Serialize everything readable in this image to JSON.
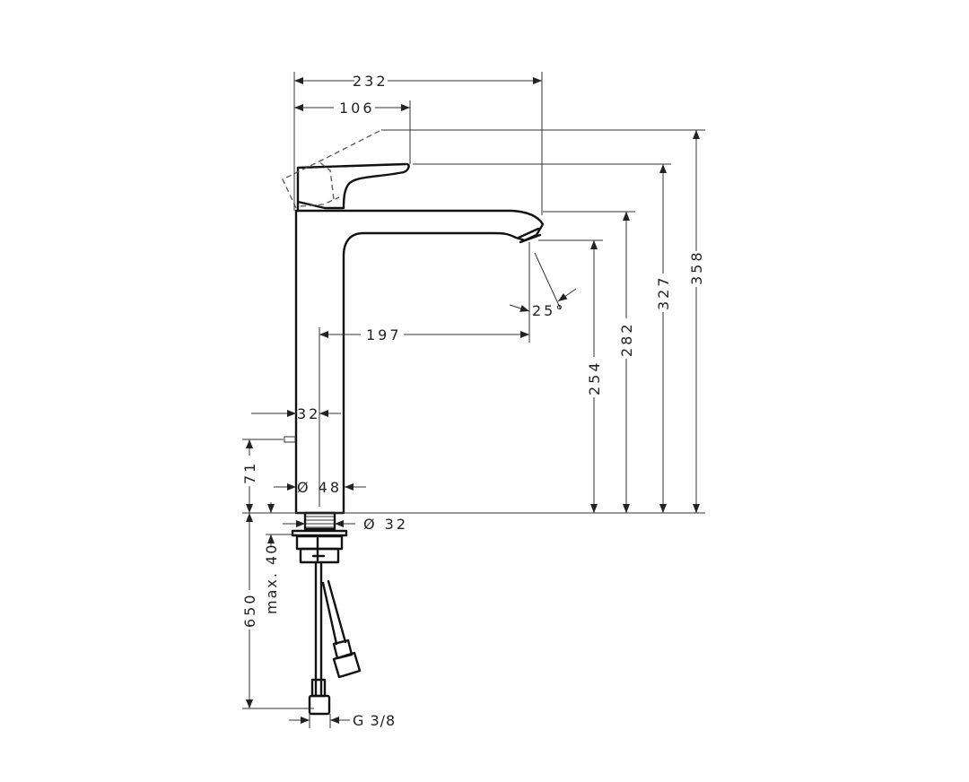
{
  "drawing": {
    "title": "Faucet dimension drawing",
    "dimensions": {
      "width_total": "232",
      "handle_reach": "106",
      "height_handle_open": "358",
      "height_handle": "327",
      "height_spout_top": "282",
      "height_outlet": "254",
      "spout_projection": "197",
      "spray_angle": "25°",
      "lever_offset": "32",
      "pin_height": "71",
      "body_diameter": "Ø 48",
      "thread_diameter": "Ø 32",
      "max_deck_thickness": "max. 40",
      "hose_length": "650",
      "connection": "G 3/8"
    }
  }
}
